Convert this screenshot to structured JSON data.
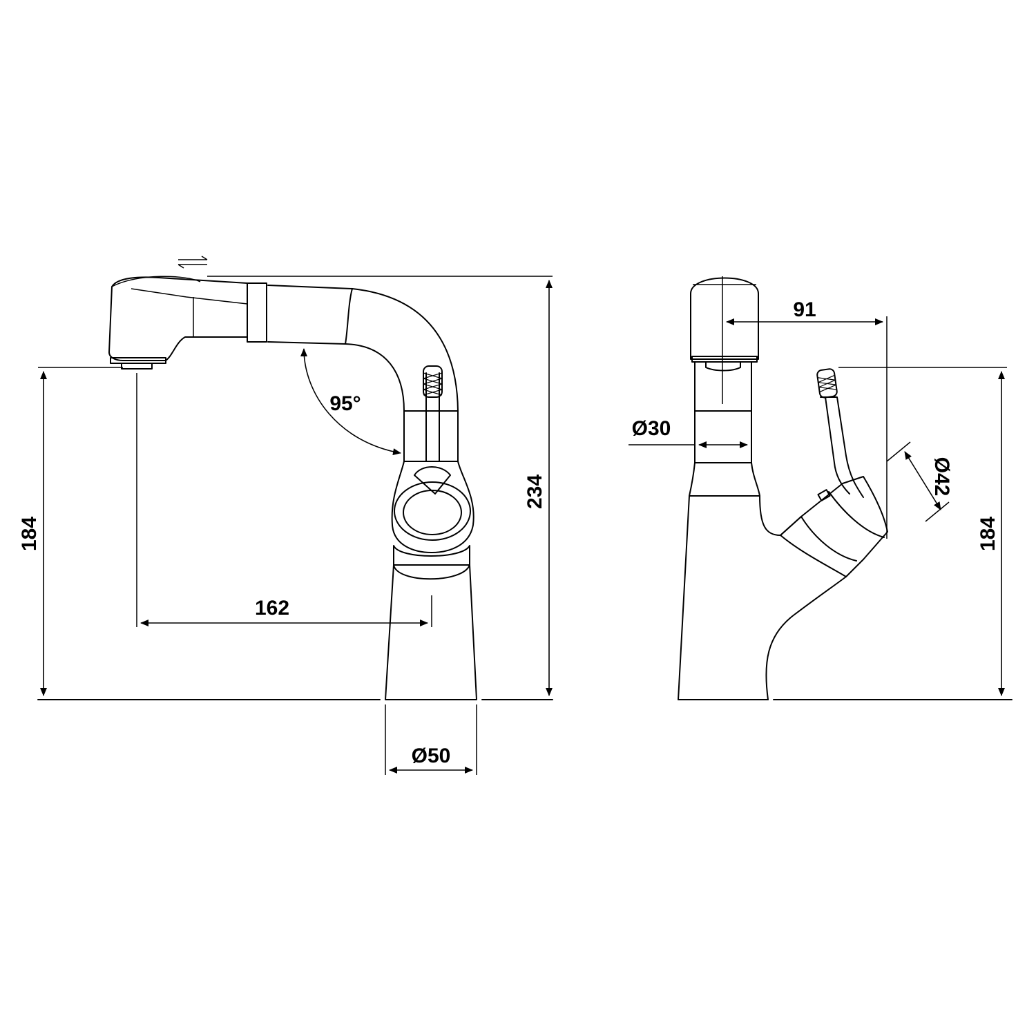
{
  "diagram": {
    "views": [
      "side-view",
      "front-view"
    ],
    "dimensions": {
      "total_height": "234",
      "spout_height_left": "184",
      "spout_reach": "162",
      "swivel_angle": "95°",
      "base_diameter": "Ø50",
      "spray_diameter": "Ø30",
      "lever_offset": "91",
      "lever_diameter": "Ø42",
      "spout_height_right": "184"
    },
    "symbols": {
      "pull_out_arrows": "arrows-icon"
    },
    "colors": {
      "line": "#000000",
      "background": "#ffffff"
    }
  }
}
